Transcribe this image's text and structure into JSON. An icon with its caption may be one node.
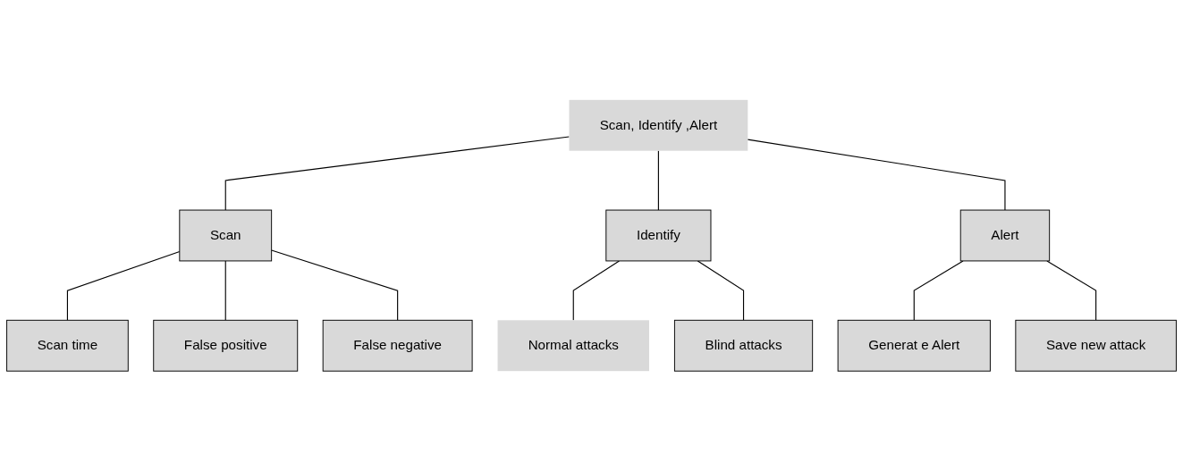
{
  "diagram": {
    "nodes": [
      {
        "text": [
          "Scan, Identify ,Alert"
        ]
      },
      {
        "text": [
          "Scan"
        ]
      },
      {
        "text": [
          "Identify"
        ]
      },
      {
        "text": [
          "Alert"
        ]
      },
      {
        "text": [
          "Scan time"
        ]
      },
      {
        "text": [
          "False positive"
        ]
      },
      {
        "text": [
          "False negative"
        ]
      },
      {
        "text": [
          "Normal attacks"
        ]
      },
      {
        "text": [
          "Blind attacks"
        ]
      },
      {
        "text": [
          "Generat e Alert"
        ]
      },
      {
        "text": [
          "Save new attack"
        ]
      }
    ],
    "edges": [
      {
        "from": 0,
        "to": 1,
        "arrow": "none"
      },
      {
        "from": 0,
        "to": 2,
        "arrow": "none"
      },
      {
        "from": 0,
        "to": 3,
        "arrow": "none"
      },
      {
        "from": 1,
        "to": 4,
        "arrow": "none"
      },
      {
        "from": 1,
        "to": 5,
        "arrow": "none"
      },
      {
        "from": 1,
        "to": 6,
        "arrow": "none"
      },
      {
        "from": 2,
        "to": 7,
        "arrow": "none"
      },
      {
        "from": 2,
        "to": 8,
        "arrow": "none"
      },
      {
        "from": 3,
        "to": 9,
        "arrow": "none"
      },
      {
        "from": 3,
        "to": 10,
        "arrow": "none"
      }
    ]
  }
}
